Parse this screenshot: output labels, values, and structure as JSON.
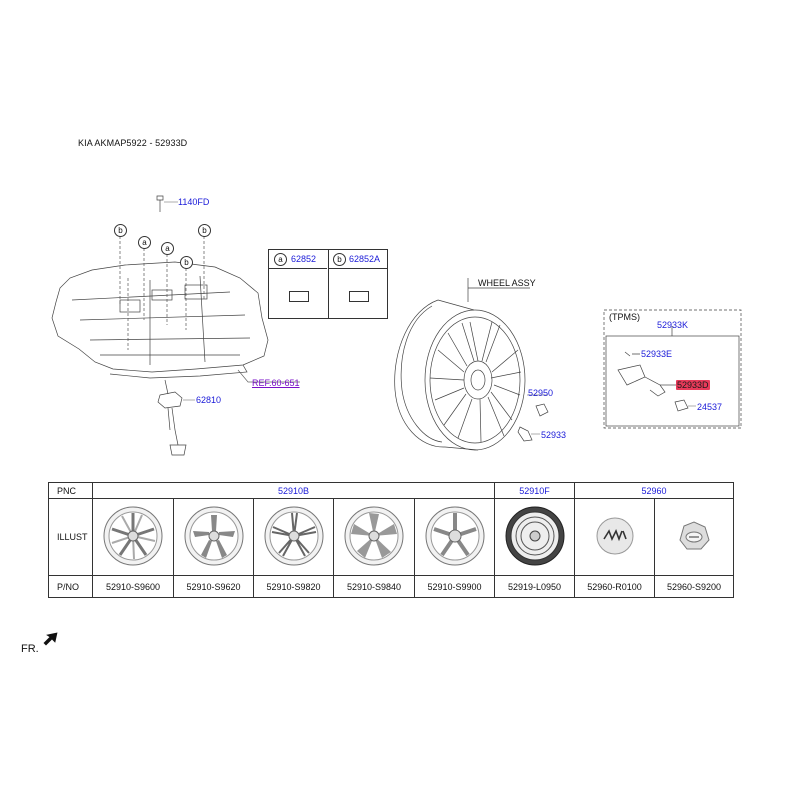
{
  "title": "KIA AKMAP5922 - 52933D",
  "callouts": {
    "bolt": "1140FD",
    "ref": "REF.60-651",
    "jack": "62810",
    "wheel_assy": "WHEEL ASSY",
    "cap": "52950",
    "nut": "52933"
  },
  "legend": {
    "a_mark": "a",
    "a_part": "62852",
    "b_mark": "b",
    "b_part": "62852A"
  },
  "floor_marks": [
    "b",
    "a",
    "a",
    "b",
    "b"
  ],
  "tpms": {
    "group": "(TPMS)",
    "kit": "52933K",
    "screw": "52933E",
    "sensor": "52933D",
    "valve": "24537"
  },
  "table": {
    "pnc_label": "PNC",
    "illust_label": "ILLUST",
    "pno_label": "P/NO",
    "pnc_groups": [
      "52910B",
      "52910F",
      "52960"
    ],
    "part_numbers": [
      "52910-S9600",
      "52910-S9620",
      "52910-S9820",
      "52910-S9840",
      "52910-S9900",
      "52919-L0950",
      "52960-R0100",
      "52960-S9200"
    ],
    "illustrations": [
      "alloy-wheel-icon",
      "alloy-wheel-icon",
      "alloy-wheel-icon",
      "alloy-wheel-icon",
      "alloy-wheel-icon",
      "spare-wheel-icon",
      "hub-cap-icon",
      "center-cap-icon"
    ]
  },
  "direction": "FR."
}
